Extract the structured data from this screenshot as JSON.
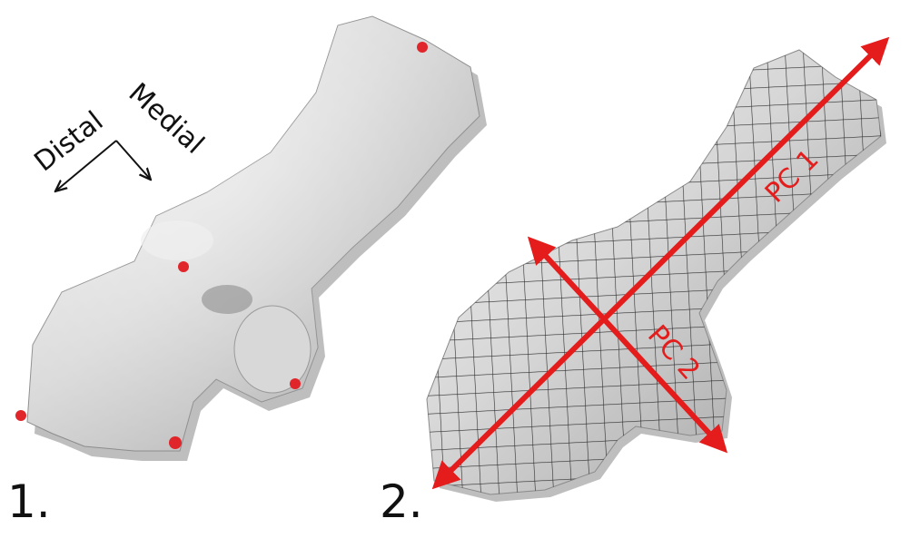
{
  "panels": [
    {
      "label": "1."
    },
    {
      "label": "2."
    }
  ],
  "directions": {
    "distal": "Distal",
    "medial": "Medial"
  },
  "axes": {
    "pc1": "PC 1",
    "pc2": "PC 2"
  },
  "colors": {
    "landmark": "#e0262b",
    "axis": "#e41c1c",
    "bone_light": "#e9e9e9",
    "bone_mid": "#bdbdbd",
    "bone_dark": "#7a7a7a",
    "grid": "#2b2b2b",
    "text": "#111111"
  },
  "landmarks_count": 5
}
